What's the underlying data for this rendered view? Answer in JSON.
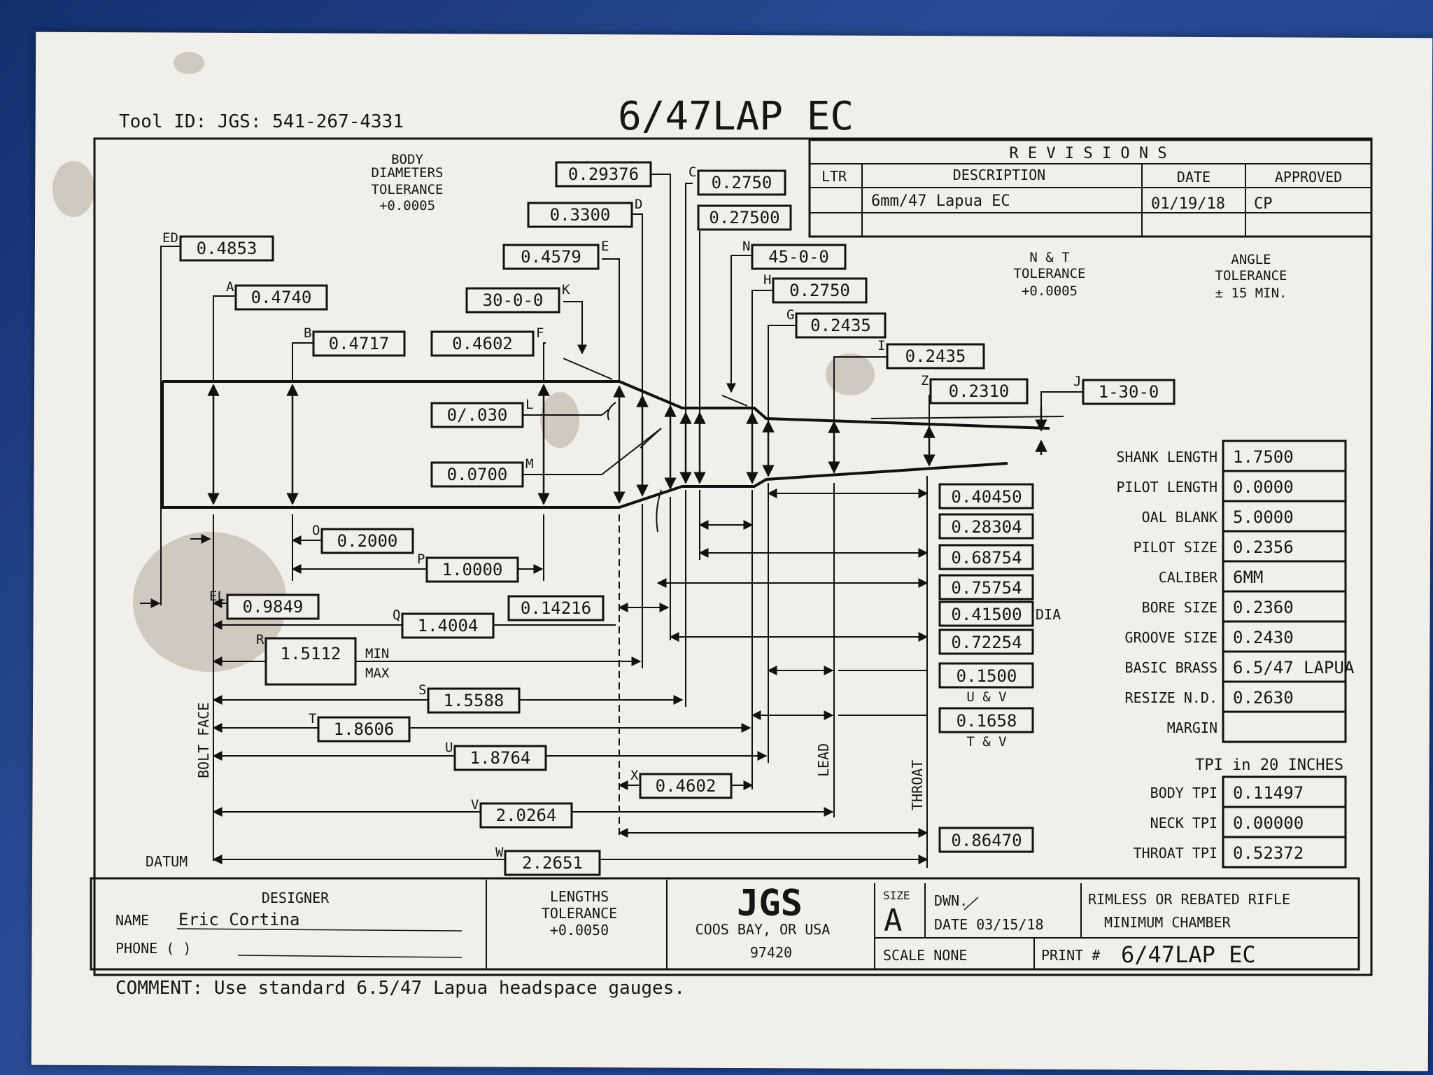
{
  "header": {
    "tool_id": "Tool ID: JGS: 541-267-4331",
    "title": "6/47LAP EC"
  },
  "body_tol": [
    "BODY",
    "DIAMETERS",
    "TOLERANCE",
    "+0.0005"
  ],
  "nt_tol": [
    "N & T",
    "TOLERANCE",
    "+0.0005"
  ],
  "angle_tol": [
    "ANGLE",
    "TOLERANCE",
    "± 15 MIN."
  ],
  "revisions": {
    "title": "R E V I S I O N S",
    "headers": [
      "LTR",
      "DESCRIPTION",
      "DATE",
      "APPROVED"
    ],
    "row": [
      "",
      "6mm/47 Lapua EC",
      "01/19/18",
      "CP"
    ]
  },
  "dims": {
    "ED": {
      "letter": "ED",
      "value": "0.4853"
    },
    "A": {
      "letter": "A",
      "value": "0.4740"
    },
    "B": {
      "letter": "B",
      "value": "0.4717"
    },
    "F": {
      "letter": "F",
      "value": "0.4602"
    },
    "K": {
      "letter": "K",
      "value": "30-0-0"
    },
    "E": {
      "letter": "E",
      "value": "0.4579"
    },
    "D": {
      "letter": "D",
      "value": "0.3300"
    },
    "C0": {
      "letter": "",
      "value": "0.29376"
    },
    "C": {
      "letter": "C",
      "value": "0.2750"
    },
    "C2": {
      "letter": "",
      "value": "0.27500"
    },
    "N": {
      "letter": "N",
      "value": "45-0-0"
    },
    "H": {
      "letter": "H",
      "value": "0.2750"
    },
    "G": {
      "letter": "G",
      "value": "0.2435"
    },
    "I": {
      "letter": "I",
      "value": "0.2435"
    },
    "Z": {
      "letter": "Z",
      "value": "0.2310"
    },
    "J": {
      "letter": "J",
      "value": "1-30-0"
    },
    "L": {
      "letter": "L",
      "value": "0/.030"
    },
    "M": {
      "letter": "M",
      "value": "0.0700"
    },
    "O": {
      "letter": "O",
      "value": "0.2000"
    },
    "P": {
      "letter": "P",
      "value": "1.0000"
    },
    "EL": {
      "letter": "EL",
      "value": "0.9849"
    },
    "Q": {
      "letter": "Q",
      "value": "1.4004"
    },
    "Q2": {
      "letter": "",
      "value": "0.14216"
    },
    "R": {
      "letter": "R",
      "value": "1.5112",
      "min": "MIN",
      "max": "MAX"
    },
    "S": {
      "letter": "S",
      "value": "1.5588"
    },
    "T": {
      "letter": "T",
      "value": "1.8606"
    },
    "U": {
      "letter": "U",
      "value": "1.8764"
    },
    "X": {
      "letter": "X",
      "value": "0.4602"
    },
    "V": {
      "letter": "V",
      "value": "2.0264"
    },
    "W": {
      "letter": "W",
      "value": "2.2651"
    }
  },
  "right_values": [
    "0.40450",
    "0.28304",
    "0.68754",
    "0.75754",
    "0.41500",
    "0.72254",
    "0.1500",
    "0.1658",
    "0.86470"
  ],
  "dia_label": "DIA",
  "uv_label": "U & V",
  "tv_label": "T & V",
  "bolt_face": "BOLT FACE",
  "lead": "LEAD",
  "throat": "THROAT",
  "datum": "DATUM",
  "specs": [
    {
      "label": "SHANK LENGTH",
      "value": "1.7500"
    },
    {
      "label": "PILOT LENGTH",
      "value": "0.0000"
    },
    {
      "label": "OAL BLANK",
      "value": "5.0000"
    },
    {
      "label": "PILOT SIZE",
      "value": "0.2356"
    },
    {
      "label": "CALIBER",
      "value": "6MM"
    },
    {
      "label": "BORE SIZE",
      "value": "0.2360"
    },
    {
      "label": "GROOVE SIZE",
      "value": "0.2430"
    },
    {
      "label": "BASIC BRASS",
      "value": "6.5/47 LAPUA"
    },
    {
      "label": "RESIZE N.D.",
      "value": "0.2630"
    },
    {
      "label": "MARGIN",
      "value": ""
    }
  ],
  "tpi_title": "TPI in 20 INCHES",
  "tpi": [
    {
      "label": "BODY TPI",
      "value": "0.11497"
    },
    {
      "label": "NECK TPI",
      "value": "0.00000"
    },
    {
      "label": "THROAT TPI",
      "value": "0.52372"
    }
  ],
  "title_block": {
    "designer": "DESIGNER",
    "name_label": "NAME",
    "name": "Eric Cortina",
    "phone_label": "PHONE (     )",
    "lengths_tol": [
      "LENGTHS",
      "TOLERANCE",
      "+0.0050"
    ],
    "company": "JGS",
    "location": "COOS BAY, OR USA",
    "zip": "97420",
    "size_label": "SIZE",
    "size": "A",
    "dwn": "DWN.",
    "date": "DATE 03/15/18",
    "desc1": "RIMLESS OR REBATED RIFLE",
    "desc2": "MINIMUM CHAMBER",
    "scale": "SCALE    NONE",
    "print_label": "PRINT #",
    "print": "6/47LAP EC"
  },
  "comment": "COMMENT: Use standard 6.5/47 Lapua headspace gauges."
}
